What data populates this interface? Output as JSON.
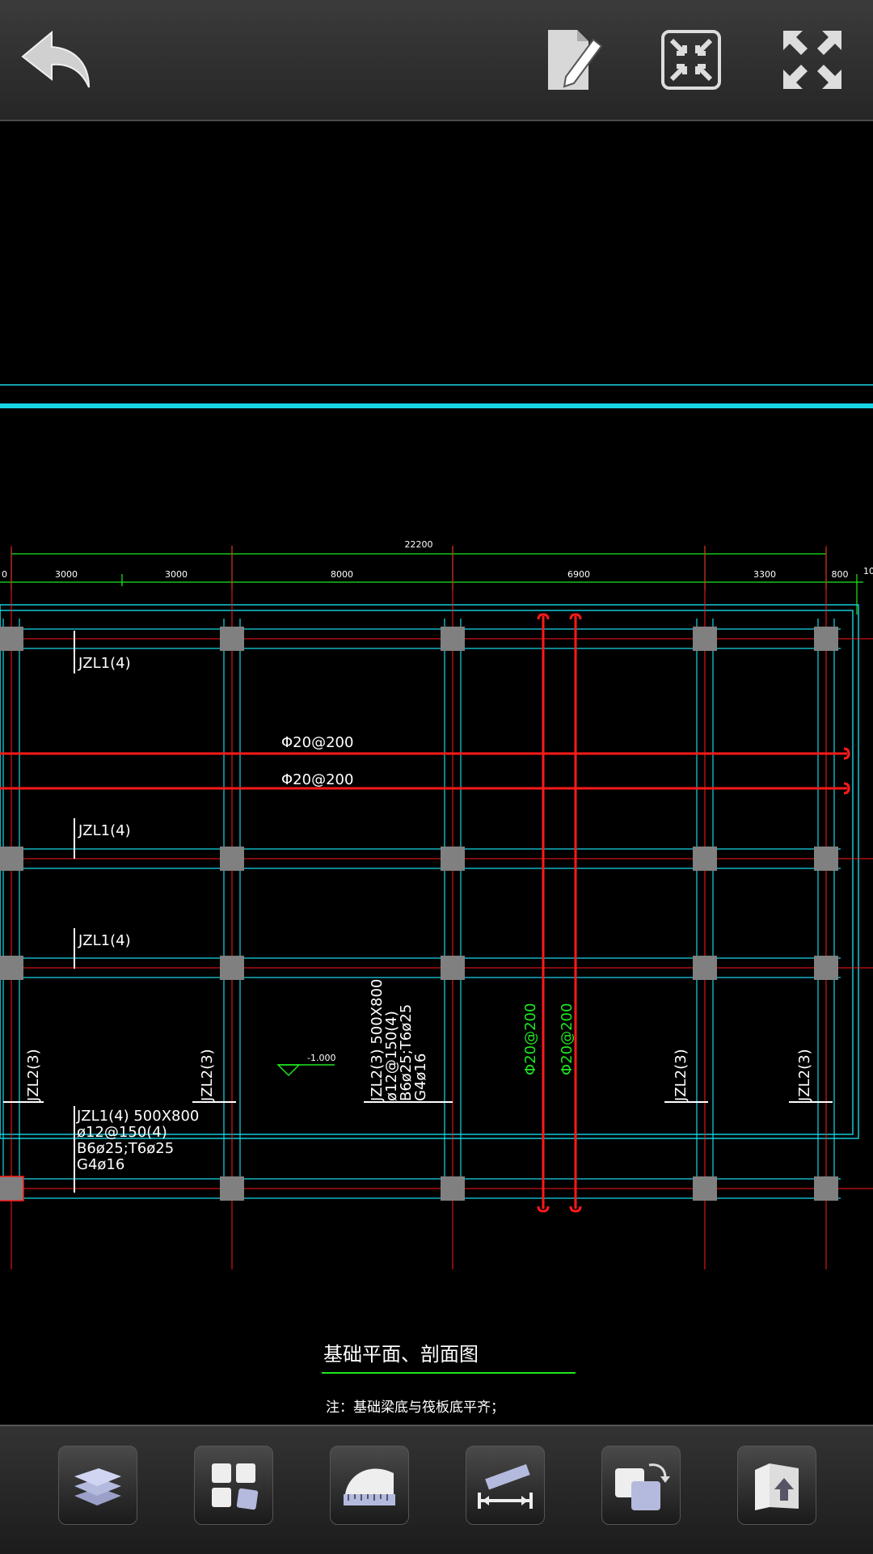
{
  "toolbar_top": {
    "back": "back-arrow-icon",
    "edit": "edit-document-icon",
    "fit": "fit-to-screen-icon",
    "fullscreen": "fullscreen-icon"
  },
  "drawing": {
    "dimensions_top": {
      "total": "22200"
    },
    "dimensions": [
      "0",
      "3000",
      "3000",
      "8000",
      "6900",
      "3300",
      "800",
      "10"
    ],
    "beam_labels": {
      "jzl1_a": "JZL1(4)",
      "jzl1_b": "JZL1(4)",
      "jzl1_c": "JZL1(4)",
      "jzl2": "JZL2(3)",
      "rebar_h1": "Φ20@200",
      "rebar_h2": "Φ20@200",
      "rebar_v1": "Φ20@200",
      "rebar_v2": "Φ20@200",
      "elevation": "-1.000"
    },
    "jzl1_detail": [
      "JZL1(4) 500X800",
      "ø12@150(4)",
      "B6ø25;T6ø25",
      "G4ø16"
    ],
    "jzl2_detail": [
      "JZL2(3) 500X800",
      "ø12@150(4)",
      "B6ø25;T6ø25",
      "G4ø16"
    ],
    "title": "基础平面、剖面图",
    "note": "注：基础梁底与筏板底平齐；",
    "colors": {
      "cyan": "#17d6e6",
      "red": "#ff1a1a",
      "green": "#1ee81e",
      "column": "#808080"
    }
  },
  "toolbar_bottom": {
    "tools": [
      "layers-icon",
      "layout-icon",
      "measure-area-icon",
      "measure-length-icon",
      "rotate-icon",
      "export-icon"
    ]
  }
}
